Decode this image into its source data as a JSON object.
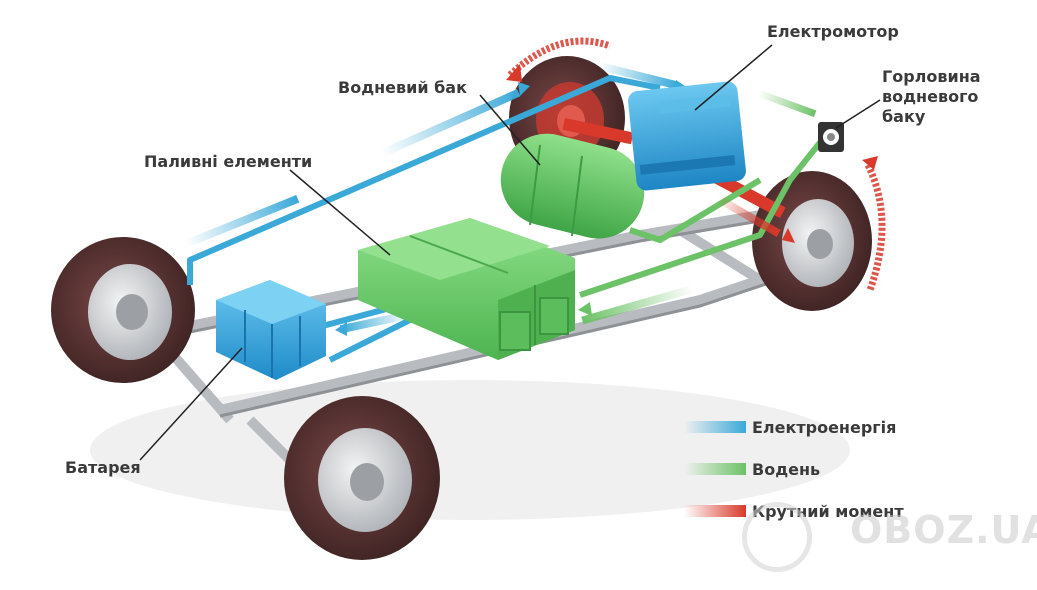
{
  "labels": {
    "hydrogen_tank": "Водневий бак",
    "electric_motor": "Електромотор",
    "filler_neck": [
      "Горловина",
      "водневого",
      "баку"
    ],
    "fuel_cells": "Паливні елементи",
    "battery": "Батарея"
  },
  "legend": [
    {
      "label": "Електроенергія",
      "color": "#3aa9d8"
    },
    {
      "label": "Водень",
      "color": "#6cc266"
    },
    {
      "label": "Крутний момент",
      "color": "#d8392b"
    }
  ],
  "watermark": "OBOZ.UA",
  "colors": {
    "electric": "#3aa9d8",
    "hydrogen": "#6cc266",
    "torque": "#d8392b",
    "chassis": "#b8bcc0",
    "tire": "#5e3434",
    "fuel_cell": "#6fcf6a",
    "battery": "#38a9e0",
    "motor": "#3aa3db",
    "tank": "#5fc465"
  }
}
